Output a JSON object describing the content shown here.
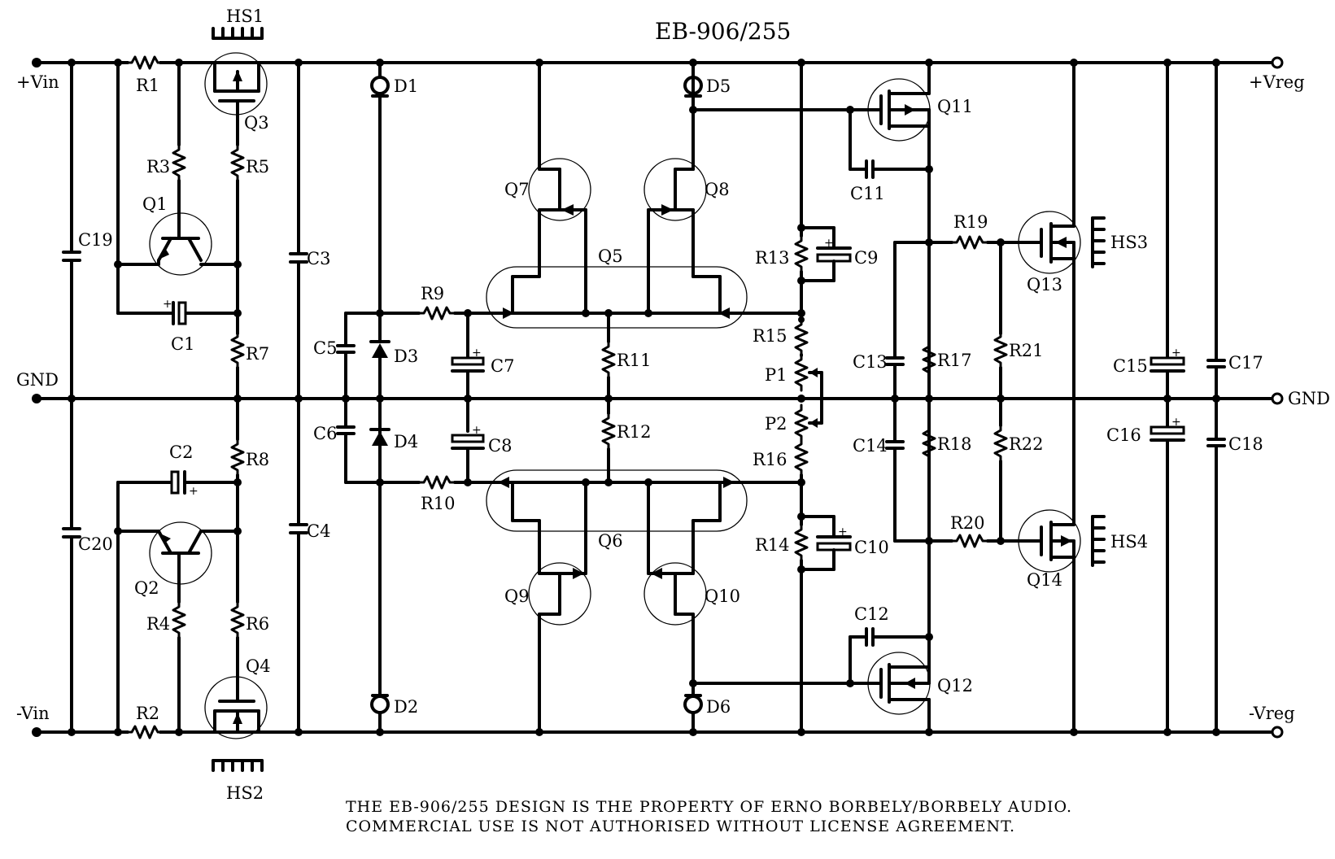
{
  "diagram": {
    "title": "EB-906/255",
    "notice": [
      "THE EB-906/255 DESIGN IS THE PROPERTY OF ERNO BORBELY/BORBELY AUDIO.",
      "COMMERCIAL USE IS NOT AUTHORISED WITHOUT LICENSE AGREEMENT."
    ],
    "terminals": {
      "vin_pos": "+Vin",
      "gnd_left": "GND",
      "vin_neg": "-Vin",
      "vreg_pos": "+Vreg",
      "gnd_right": "GND",
      "vreg_neg": "-Vreg"
    },
    "resistors": [
      "R1",
      "R2",
      "R3",
      "R4",
      "R5",
      "R6",
      "R7",
      "R8",
      "R9",
      "R10",
      "R11",
      "R12",
      "R13",
      "R14",
      "R15",
      "R16",
      "R17",
      "R18",
      "R19",
      "R20",
      "R21",
      "R22"
    ],
    "potentiometers": [
      "P1",
      "P2"
    ],
    "capacitors": [
      "C1",
      "C2",
      "C3",
      "C4",
      "C5",
      "C6",
      "C7",
      "C8",
      "C9",
      "C10",
      "C11",
      "C12",
      "C13",
      "C14",
      "C15",
      "C16",
      "C17",
      "C18",
      "C19",
      "C20"
    ],
    "diodes": [
      "D1",
      "D2",
      "D3",
      "D4",
      "D5",
      "D6"
    ],
    "transistors": [
      "Q1",
      "Q2",
      "Q3",
      "Q4",
      "Q5",
      "Q6",
      "Q7",
      "Q8",
      "Q9",
      "Q10",
      "Q11",
      "Q12",
      "Q13",
      "Q14"
    ],
    "heatsinks": [
      "HS1",
      "HS2",
      "HS3",
      "HS4"
    ]
  }
}
